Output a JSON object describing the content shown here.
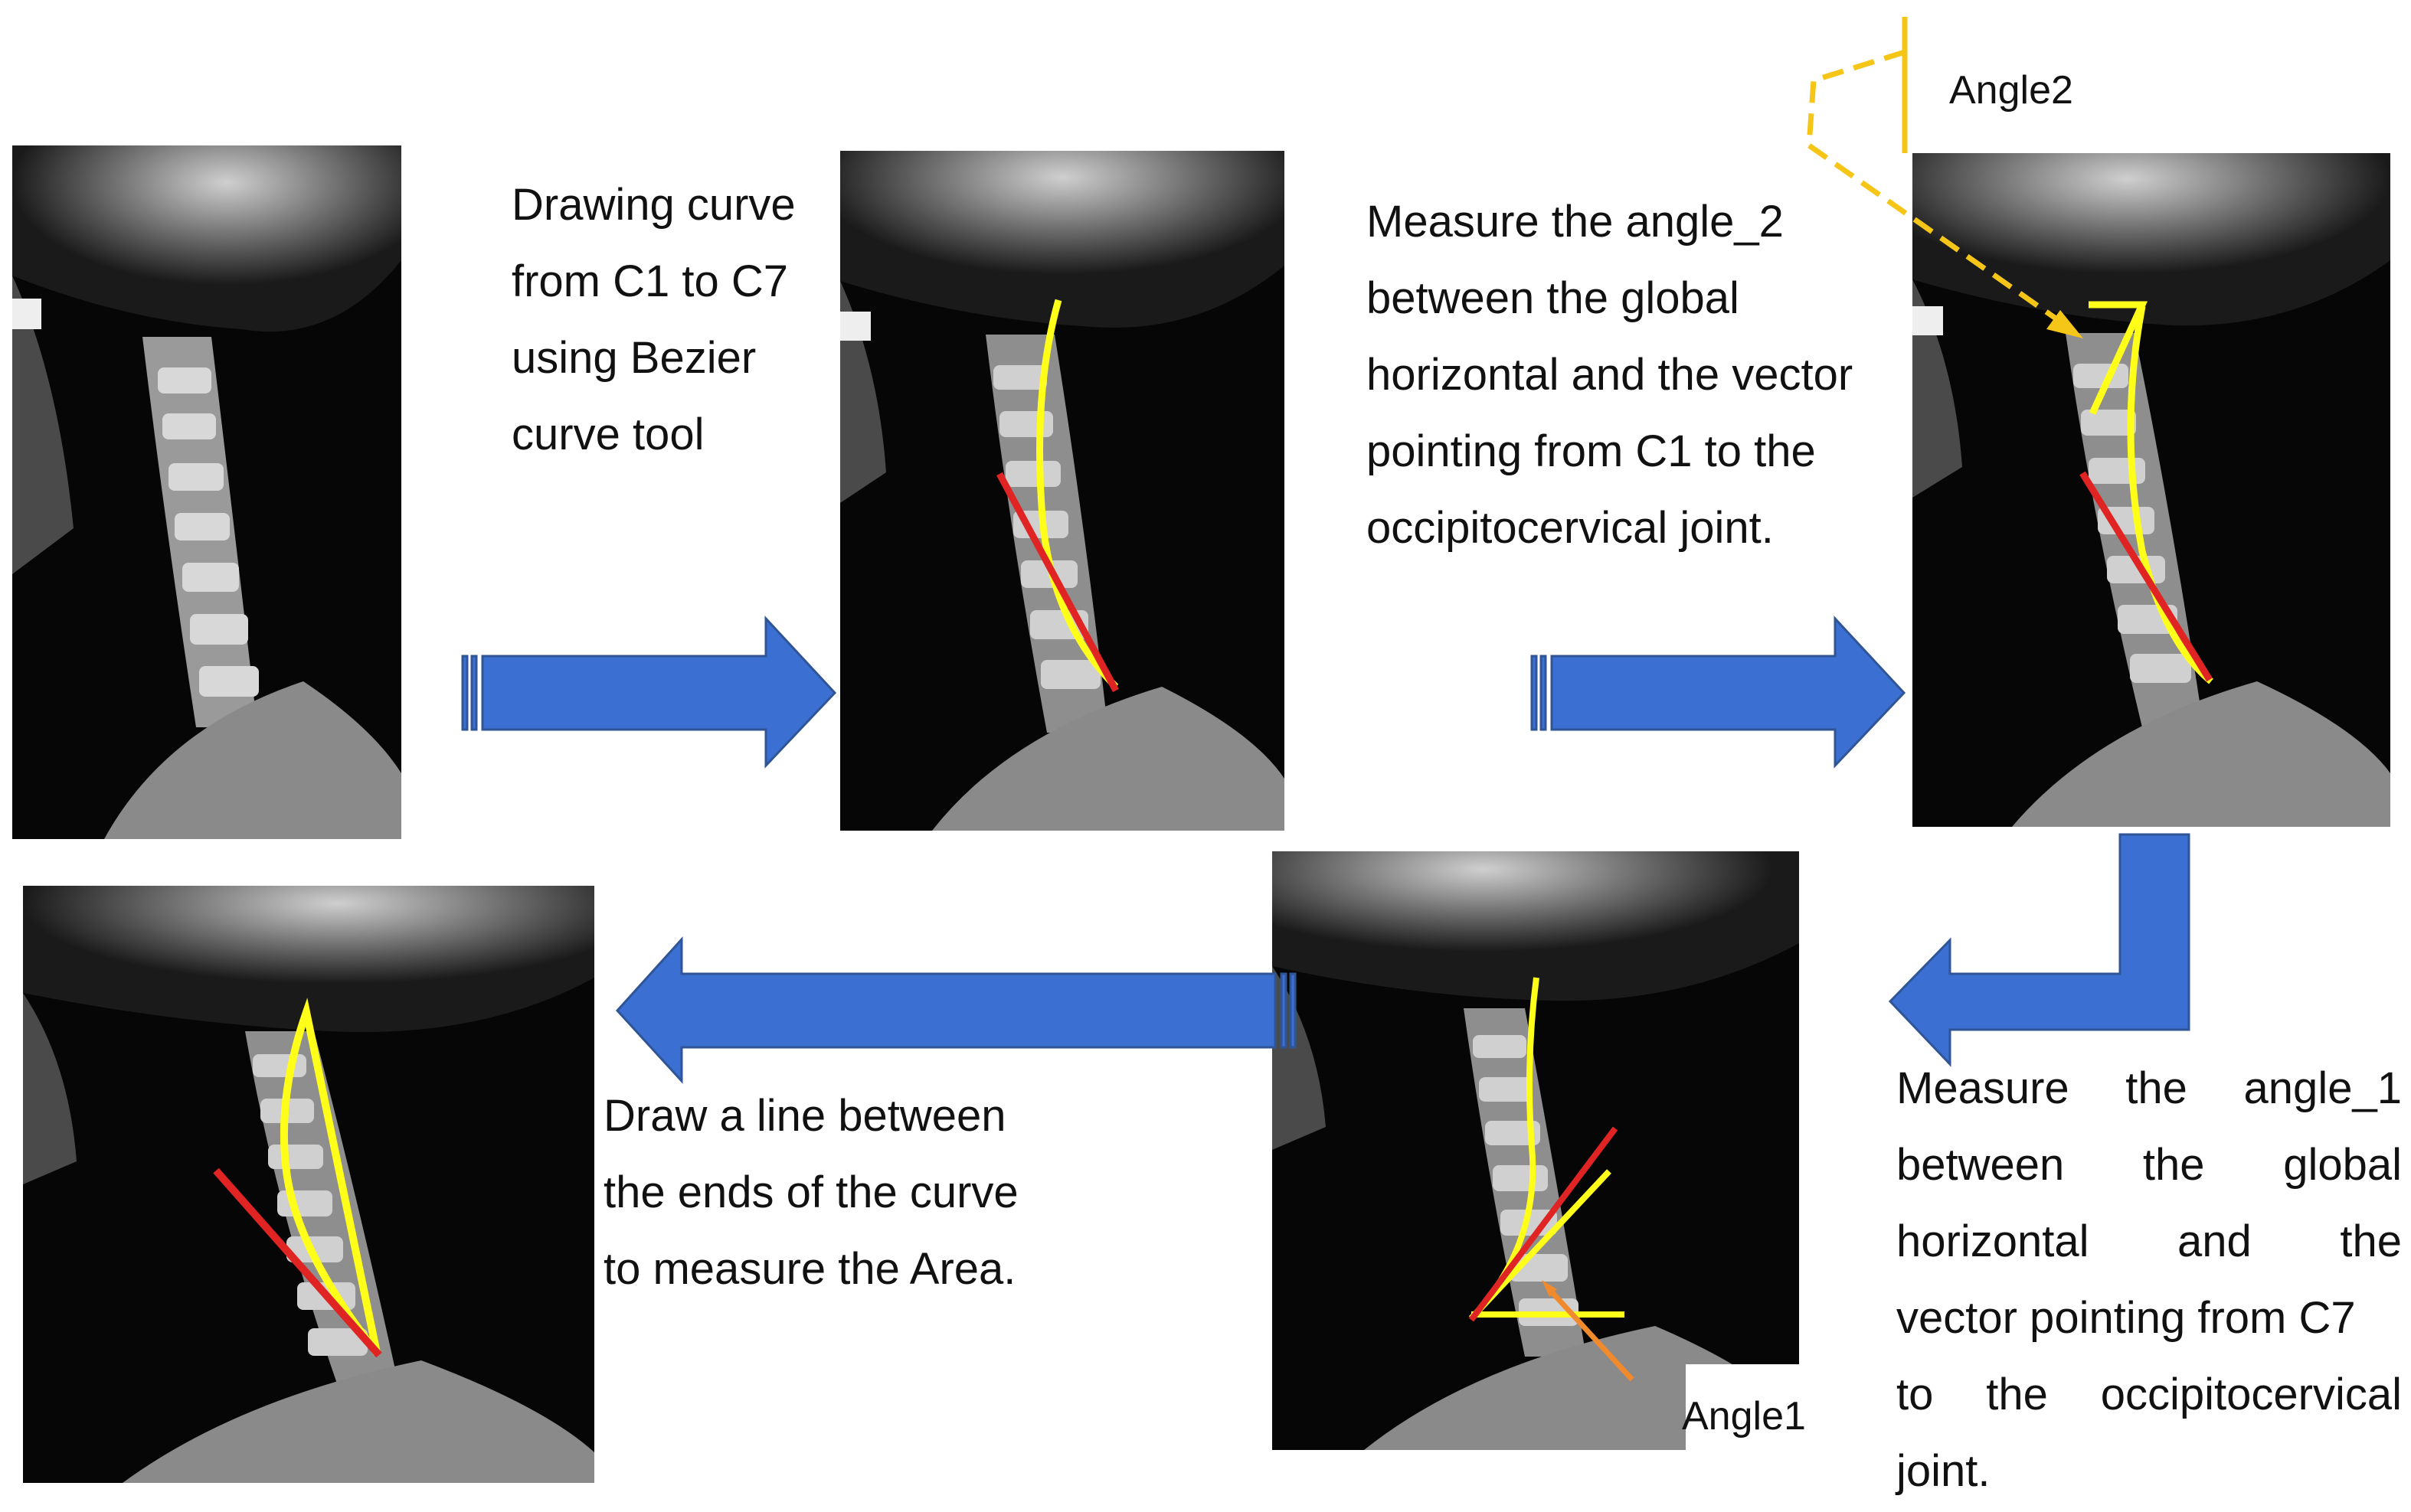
{
  "steps": {
    "step1": {
      "lines": [
        "Drawing curve",
        "from C1 to C7",
        "using Bezier",
        "curve tool"
      ]
    },
    "step2": {
      "lines": [
        "Measure the angle_2",
        "between the global",
        "horizontal and the vector",
        "pointing from C1 to the",
        "occipitocervical joint."
      ]
    },
    "step3": {
      "lines": [
        [
          "Measure",
          "the",
          "angle_1"
        ],
        [
          "between",
          "the",
          "global"
        ],
        [
          "horizontal",
          "and",
          "the"
        ],
        [
          "vector pointing from C7"
        ],
        [
          "to",
          "the",
          "occipitocervical"
        ],
        [
          "joint."
        ]
      ]
    },
    "step4": {
      "lines": [
        "Draw a line between",
        "the ends of the curve",
        "to measure the Area."
      ]
    }
  },
  "labels": {
    "angle1": "Angle1",
    "angle2": "Angle2"
  },
  "colors": {
    "arrow_fill": "#3b6fd1",
    "arrow_stroke": "#2f5597",
    "curve": "#ffff1a",
    "reference_line": "#e02424",
    "angle_pointer": "#f08a2c",
    "angle2_dashed": "#f5c518"
  },
  "images": [
    "xray-original",
    "xray-bezier-curve",
    "xray-angle2",
    "xray-angle1",
    "xray-area"
  ]
}
